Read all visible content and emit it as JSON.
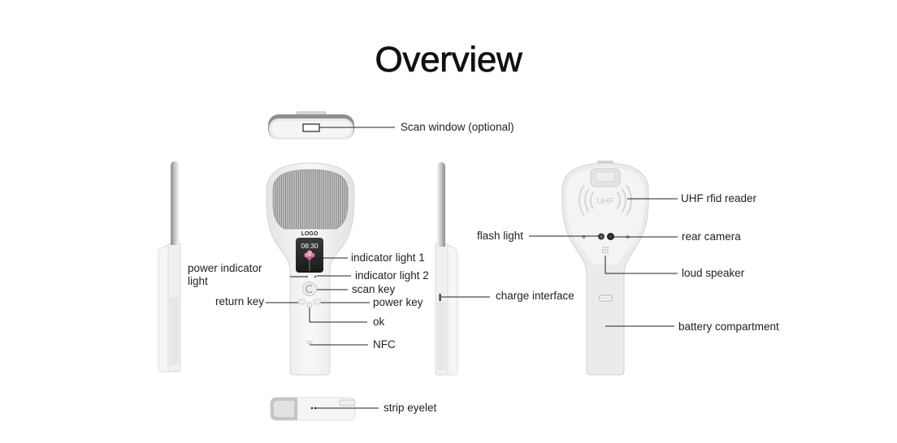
{
  "title": "Overview",
  "device_markings": {
    "logo": "LOGO",
    "clock": "08:30",
    "uhf": "UHF"
  },
  "callouts": {
    "top_view": {
      "scan_window": "Scan window (optional)"
    },
    "front_view": {
      "indicator_light_1": "indicator light 1",
      "indicator_light_2": "indicator light 2",
      "power_indicator_light": [
        "power indicator",
        "light"
      ],
      "scan_key": "scan key",
      "return_key": "return key",
      "power_key": "power key",
      "ok": "ok",
      "nfc": "NFC"
    },
    "side_view": {
      "charge_interface": "charge interface"
    },
    "back_view": {
      "uhf_rfid_reader": "UHF rfid reader",
      "flash_light": "flash light",
      "rear_camera": "rear camera",
      "loud_speaker": "loud speaker",
      "battery_compartment": "battery compartment"
    },
    "bottom_view": {
      "strip_eyelet": "strip eyelet"
    }
  },
  "colors": {
    "title": "#111111",
    "callout_line": "#222222",
    "device_body": "#f2f2f2",
    "grille": "#8f8f8f",
    "screen": "#1e1e1e"
  }
}
